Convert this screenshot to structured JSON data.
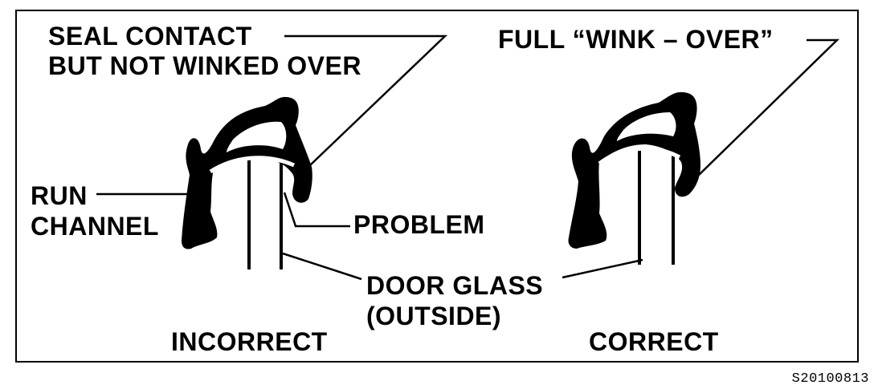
{
  "labels": {
    "seal_contact_line1": "SEAL CONTACT",
    "seal_contact_line2": "BUT NOT WINKED OVER",
    "full_wink_over": "FULL “WINK – OVER”",
    "run_line1": "RUN",
    "run_line2": "CHANNEL",
    "problem": "PROBLEM",
    "door_glass_line1": "DOOR GLASS",
    "door_glass_line2": "(OUTSIDE)",
    "incorrect": "INCORRECT",
    "correct": "CORRECT"
  },
  "figure_code": "S20100813",
  "colors": {
    "ink": "#000000",
    "paper": "#ffffff"
  }
}
